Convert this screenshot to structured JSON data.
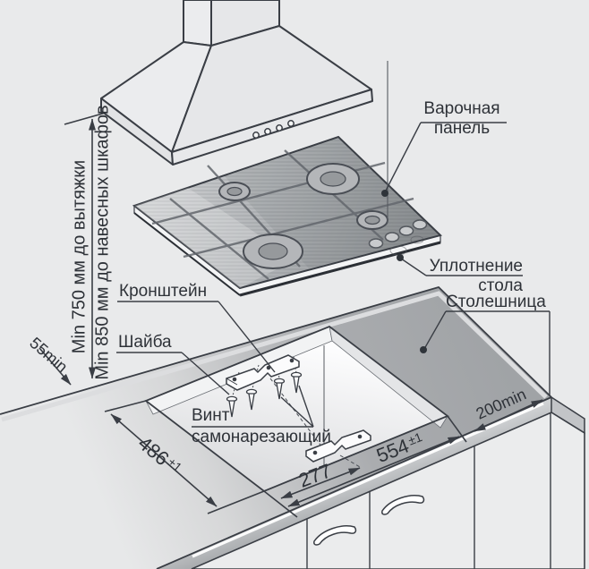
{
  "diagram": {
    "title_implied": "Installation diagram of a built-in gas hob",
    "background_color": "#e9eaeb",
    "line_color": "#3a3e45",
    "countertop_color": "#a8aaad",
    "labels": {
      "panel_line1": "Варочная",
      "panel_line2": "панель",
      "seal_line1": "Уплотнение",
      "seal_line2": "стола",
      "countertop": "Столешница",
      "bracket": "Кронштейн",
      "washer": "Шайба",
      "screw_line1": "Винт",
      "screw_line2": "самонарезающий"
    },
    "dimensions": {
      "to_hood": "Min 750 мм до вытяжки",
      "to_wall_cabinets": "Min 850 мм до навесных шкафов",
      "rear_clearance": "55min",
      "side_clearance": "200min",
      "cutout_depth_value": "486",
      "cutout_depth_tolerance": "±1",
      "cutout_width_value": "554",
      "cutout_width_tolerance": "±1",
      "bracket_center_offset": "277"
    }
  }
}
